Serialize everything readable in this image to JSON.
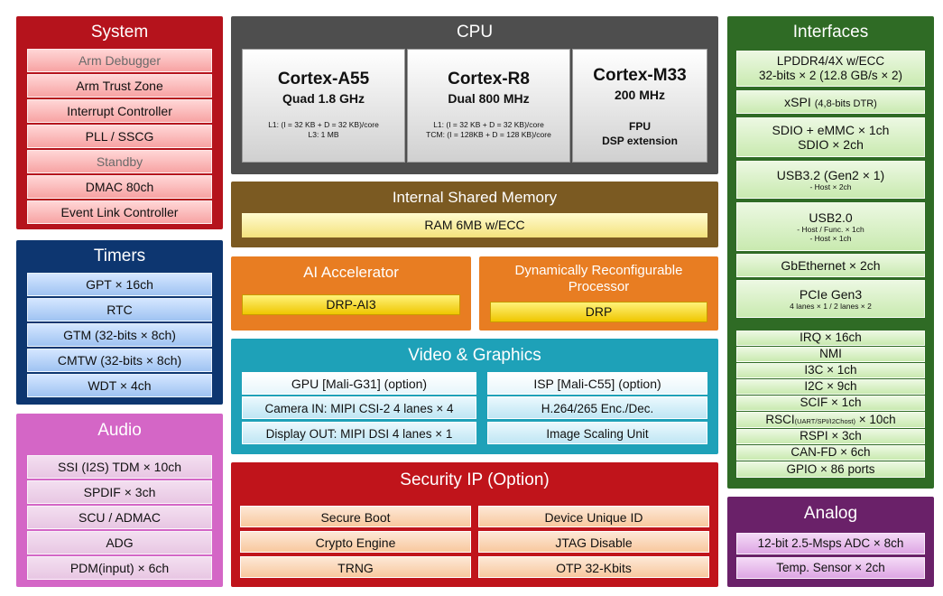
{
  "system": {
    "title": "System",
    "items": [
      "Arm Debugger",
      "Arm Trust Zone",
      "Interrupt Controller",
      "PLL / SSCG",
      "Standby",
      "DMAC 80ch",
      "Event Link Controller"
    ]
  },
  "timers": {
    "title": "Timers",
    "items": [
      "GPT × 16ch",
      "RTC",
      "GTM (32-bits × 8ch)",
      "CMTW (32-bits × 8ch)",
      "WDT × 4ch"
    ]
  },
  "audio": {
    "title": "Audio",
    "items": [
      "SSI (I2S) TDM × 10ch",
      "SPDIF × 3ch",
      "SCU / ADMAC",
      "ADG",
      "PDM(input) × 6ch"
    ]
  },
  "cpu": {
    "title": "CPU",
    "cores": [
      {
        "name": "Cortex-A55",
        "speed": "Quad 1.8 GHz",
        "cache1": "L1: (I = 32 KB + D = 32 KB)/core",
        "cache2": "L3: 1 MB"
      },
      {
        "name": "Cortex-R8",
        "speed": "Dual 800 MHz",
        "cache1": "L1: (I = 32 KB + D = 32 KB)/core",
        "cache2": "TCM: (I = 128KB + D = 128 KB)/core"
      },
      {
        "name": "Cortex-M33",
        "speed": "200 MHz",
        "feat1": "FPU",
        "feat2": "DSP extension"
      }
    ]
  },
  "memory": {
    "title": "Internal Shared Memory",
    "ram": "RAM 6MB w/ECC"
  },
  "ai": {
    "title": "AI Accelerator",
    "block": "DRP-AI3"
  },
  "drp": {
    "title": "Dynamically Reconfigurable Processor",
    "block": "DRP"
  },
  "video": {
    "title": "Video & Graphics",
    "left": [
      "GPU [Mali-G31] (option)",
      "Camera IN: MIPI CSI-2 4 lanes × 4",
      "Display OUT: MIPI DSI 4 lanes × 1"
    ],
    "right": [
      "ISP [Mali-C55] (option)",
      "H.264/265 Enc./Dec.",
      "Image Scaling Unit"
    ]
  },
  "security": {
    "title": "Security IP (Option)",
    "left": [
      "Secure Boot",
      "Crypto Engine",
      "TRNG"
    ],
    "right": [
      "Device Unique ID",
      "JTAG Disable",
      "OTP 32-Kbits"
    ]
  },
  "interfaces": {
    "title": "Interfaces",
    "lpddr": {
      "line1": "LPDDR4/4X w/ECC",
      "line2": "32-bits × 2 (12.8 GB/s × 2)"
    },
    "xspi": {
      "main": "xSPI",
      "note": "(4,8-bits DTR)"
    },
    "sdio": {
      "line1": "SDIO + eMMC × 1ch",
      "line2": "SDIO × 2ch"
    },
    "usb3": {
      "main": "USB3.2 (Gen2 × 1)",
      "sub": "- Host × 2ch"
    },
    "usb2": {
      "main": "USB2.0",
      "sub1": "- Host / Func. × 1ch",
      "sub2": "- Host × 1ch"
    },
    "gbe": "GbEthernet × 2ch",
    "pcie": {
      "main": "PCIe Gen3",
      "sub": "4 lanes × 1 / 2 lanes × 2"
    },
    "misc": [
      "IRQ × 16ch",
      "NMI",
      "I3C × 1ch",
      "I2C × 9ch",
      "SCIF × 1ch"
    ],
    "rsci": {
      "main": "RSCI",
      "note": "(UART/SPI/I2Chost)",
      "count": " × 10ch"
    },
    "misc2": [
      "RSPI × 3ch",
      "CAN-FD × 6ch",
      "GPIO × 86 ports"
    ]
  },
  "analog": {
    "title": "Analog",
    "items": [
      "12-bit 2.5-Msps ADC × 8ch",
      "Temp. Sensor × 2ch"
    ]
  }
}
